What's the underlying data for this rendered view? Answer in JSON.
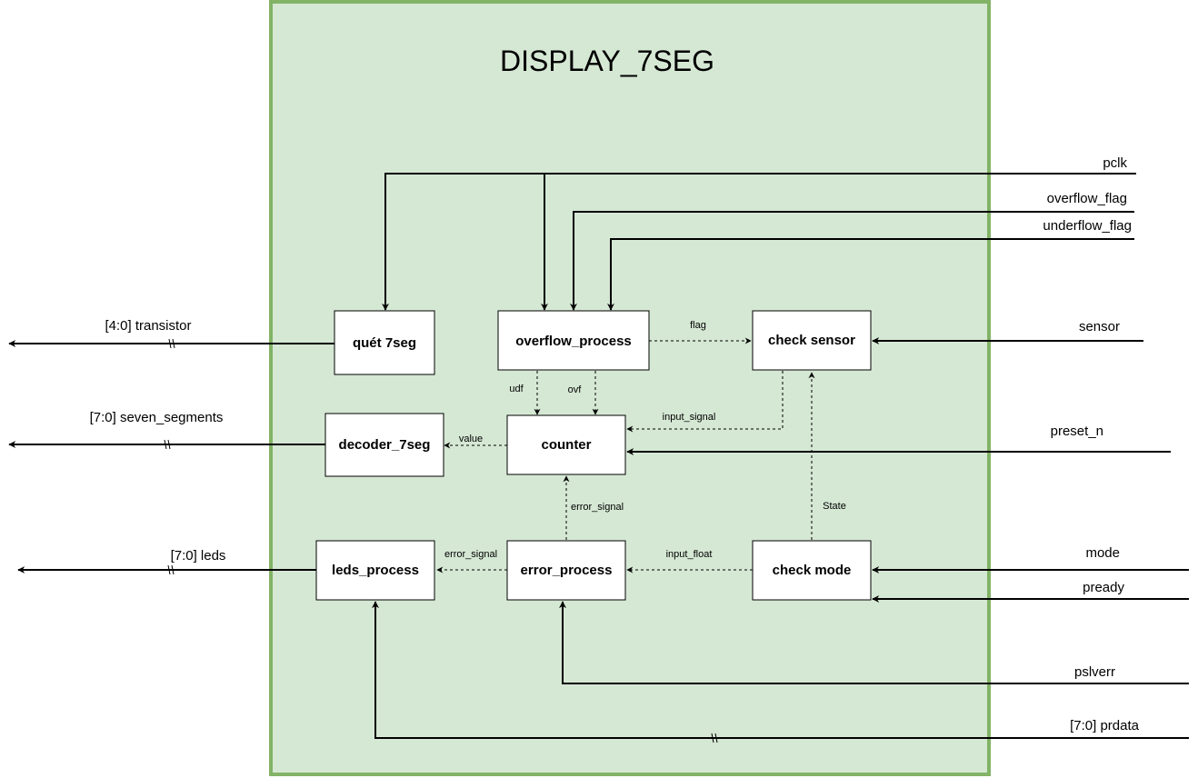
{
  "title": "DISPLAY_7SEG",
  "colors": {
    "module_fill": "#d5e8d4",
    "module_border": "#82b366",
    "line": "#000000"
  },
  "blocks": {
    "quet": "quét 7seg",
    "overflow": "overflow_process",
    "check_sensor": "check sensor",
    "decoder": "decoder_7seg",
    "counter": "counter",
    "leds": "leds_process",
    "error": "error_process",
    "check_mode": "check mode"
  },
  "inputs": {
    "pclk": "pclk",
    "overflow_flag": "overflow_flag",
    "underflow_flag": "underflow_flag",
    "sensor": "sensor",
    "preset_n": "preset_n",
    "mode": "mode",
    "pready": "pready",
    "pslverr": "pslverr",
    "prdata": "[7:0] prdata"
  },
  "outputs": {
    "transistor": "[4:0] transistor",
    "seven_segments": "[7:0] seven_segments",
    "leds": "[7:0] leds"
  },
  "internal": {
    "flag": "flag",
    "udf": "udf",
    "ovf": "ovf",
    "input_signal": "input_signal",
    "value": "value",
    "error_signal_up": "error_signal",
    "error_signal_left": "error_signal",
    "input_float": "input_float",
    "state": "State"
  }
}
